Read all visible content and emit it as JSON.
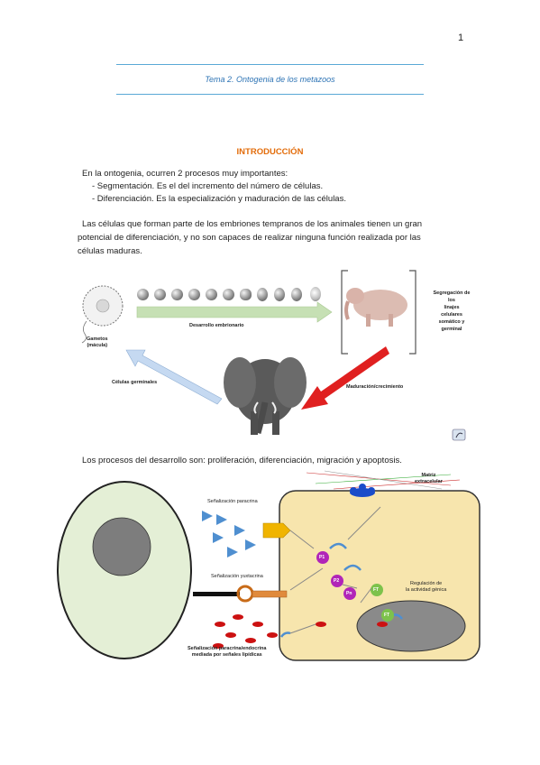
{
  "page_number": "1",
  "header": {
    "title": "Tema 2. Ontogenia de los metazoos"
  },
  "section": {
    "title": "INTRODUCCIÓN"
  },
  "intro": {
    "line1": "En la ontogenia, ocurren 2 procesos muy importantes:",
    "bullet1": "- Segmentación. Es el del incremento del número de células.",
    "bullet2": "- Diferenciación. Es la especialización y maduración de las células."
  },
  "paragraph2": {
    "line1": "Las células que forman parte de los embriones tempranos de los animales tienen un gran",
    "line2": "potencial de diferenciación, y no son capaces de realizar ninguna función realizada por las",
    "line3": "células maduras."
  },
  "figure1": {
    "gametes_label_1": "Gametos",
    "gametes_label_2": "(mácula)",
    "development_label": "Desarrollo embrionario",
    "segregation_label": [
      "Segregación de",
      "los",
      "linajes",
      "celulares",
      "somático y",
      "germinal"
    ],
    "germ_cells_label": "Células germinales",
    "maturation_label": "Maduración/crecimiento",
    "colors": {
      "green_arrow": "#c6e0b4",
      "blue_arrow": "#c5d9f1",
      "red_arrow": "#e02020"
    }
  },
  "paragraph3": {
    "line1": "Los procesos del desarrollo son: proliferación, diferenciación, migración y apoptosis."
  },
  "figure2": {
    "matrix_label_1": "Matriz",
    "matrix_label_2": "extracelular",
    "paracrine_label": "Señalización paracrina",
    "juxtacrine_label": "Señalización yuxtacrina",
    "lipid_label_1": "Señalización paracrina/endocrina",
    "lipid_label_2": "mediada por señales lipídicas",
    "gene_regulation_label_1": "Regulación de",
    "gene_regulation_label_2": "la actividad génica",
    "p1": "P1",
    "p2": "P2",
    "pn": "Pn",
    "ft": "FT",
    "ft2": "FT",
    "colors": {
      "cell_left": "#e4efd6",
      "cell_right": "#f7e5ad",
      "protein": "#b125b8",
      "tf": "#7dc24b",
      "ligand": "#4f8fd0",
      "lipid": "#cc1111"
    }
  }
}
